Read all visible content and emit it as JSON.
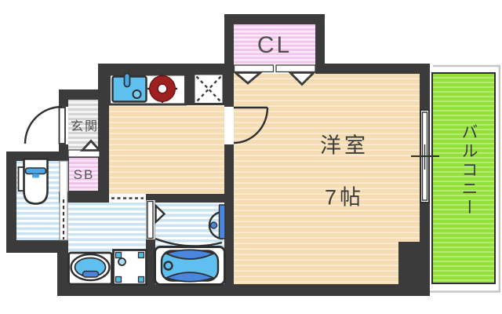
{
  "floorplan": {
    "type": "japanese-apartment-floor-plan",
    "rooms": {
      "closet": {
        "label": "CL"
      },
      "entrance": {
        "label": "玄関"
      },
      "shoe_box": {
        "label": "SB"
      },
      "western_room": {
        "label": "洋室",
        "size": "7帖"
      },
      "balcony": {
        "label": "バルコニー"
      }
    },
    "icons": [
      "kitchen-sink-icon",
      "stove-burner-icon",
      "refrigerator-space-icon",
      "toilet-icon",
      "washbasin-icon",
      "washing-machine-pan-icon",
      "bathtub-icon",
      "shower-panel-icon",
      "entrance-door-swing-icon",
      "room-door-swing-icon",
      "folding-door-icon",
      "sliding-door-icon",
      "sliding-window-icon",
      "step-marker-icon"
    ],
    "colors": {
      "wall": "#3b3b3b",
      "floor_beige": "#f6dcb3",
      "floor_blue": "#cbe4f4",
      "closet_pink": "#f2c3eb",
      "entrance_gray": "#d4d4d4",
      "balcony_green": "#94e13c",
      "fixture_blue": "#5fc0ef",
      "accent_blue": "#4a86dd",
      "stove_red": "#9e2020",
      "railing_gray": "#c6c6c6"
    }
  }
}
